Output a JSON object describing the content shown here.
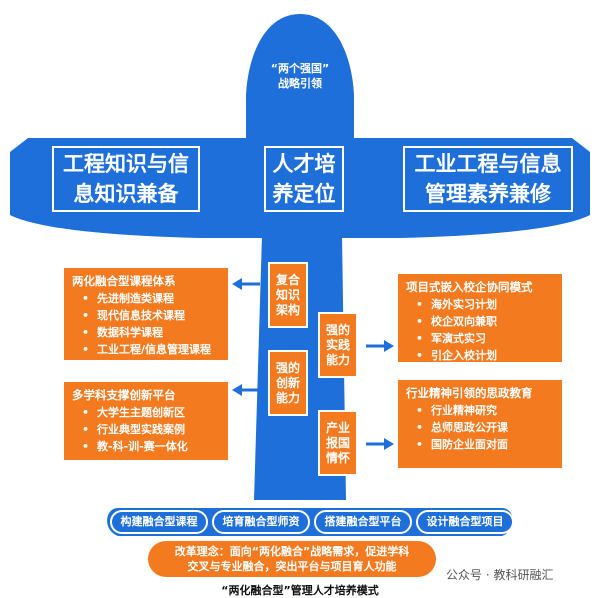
{
  "nose": {
    "line1": "“两个强国”",
    "line2": "战略引领"
  },
  "wing": {
    "left": "工程知识与信息知识兼备",
    "center": "人才培养定位",
    "right": "工业工程与信息管理素养兼修"
  },
  "fuselage": {
    "box1": "复合知识架构",
    "box2": "强的实践能力",
    "box3": "强的创新能力",
    "box4": "产业报国情怀"
  },
  "panels": {
    "top_left": {
      "title": "两化融合型课程体系",
      "items": [
        "先进制造类课程",
        "现代信息技术课程",
        "数据科学课程",
        "工业工程/信息管理课程"
      ]
    },
    "bottom_left": {
      "title": "多学科支撑创新平台",
      "items": [
        "大学生主题创新区",
        "行业典型实践案例",
        "教-科-训-赛一体化"
      ]
    },
    "top_right": {
      "title": "项目式嵌入校企协同模式",
      "items": [
        "海外实习计划",
        "校企双向兼职",
        "军演式实习",
        "引企入校计划"
      ]
    },
    "bottom_right": {
      "title": "行业精神引领的思政教育",
      "items": [
        "行业精神研究",
        "总师思政公开课",
        "国防企业面对面"
      ]
    }
  },
  "tail_pills": [
    "构建融合型课程",
    "培育融合型师资",
    "搭建融合型平台",
    "设计融合型项目"
  ],
  "reform": {
    "line1": "改革理念：面向“两化融合”战略需求，促进学科",
    "line2": "交叉与专业融合，突出平台与项目育人功能"
  },
  "caption": "“两化融合型”管理人才培养模式",
  "watermark": "公众号 · 教科研融汇",
  "colors": {
    "plane_blue": "#1e6fd9",
    "orange": "#f47a20",
    "white": "#ffffff"
  }
}
